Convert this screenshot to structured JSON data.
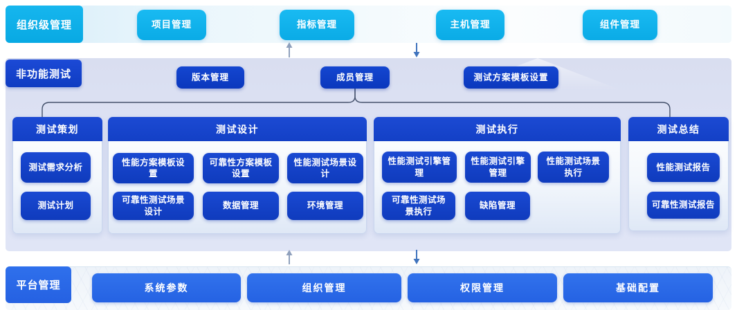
{
  "org_band": {
    "label": "组织级管理",
    "buttons": [
      "项目管理",
      "指标管理",
      "主机管理",
      "组件管理"
    ]
  },
  "nft_band": {
    "label": "非功能测试",
    "buttons": [
      "版本管理",
      "成员管理",
      "测试方案模板设置"
    ],
    "columns": [
      {
        "header": "测试策划",
        "items": [
          "测试需求分析",
          "测试计划"
        ]
      },
      {
        "header": "测试设计",
        "items": [
          "性能方案模板设置",
          "可靠性方案模板设置",
          "性能测试场景设计",
          "可靠性测试场景设计",
          "数据管理",
          "环境管理"
        ]
      },
      {
        "header": "测试执行",
        "items": [
          "性能测试引擎管理",
          "性能测试引擎管理",
          "性能测试场景执行",
          "可靠性测试场景执行",
          "缺陷管理"
        ]
      },
      {
        "header": "测试总结",
        "items": [
          "性能测试报告",
          "可靠性测试报告"
        ]
      }
    ]
  },
  "platform_band": {
    "label": "平台管理",
    "buttons": [
      "系统参数",
      "组织管理",
      "权限管理",
      "基础配置"
    ]
  },
  "colors": {
    "cyan": "#0fb2ee",
    "dark_blue": "#1543c9",
    "deep_blue": "#0c3dc6",
    "bright_blue": "#2c69e8",
    "nft_band_bg": "#dde2f4",
    "connector": "#44516b",
    "up_arrow": "#8fa0bc",
    "down_arrow": "#3f73bd"
  },
  "icons": {
    "up_arrow": "up-arrow-icon",
    "down_arrow": "down-arrow-icon"
  }
}
